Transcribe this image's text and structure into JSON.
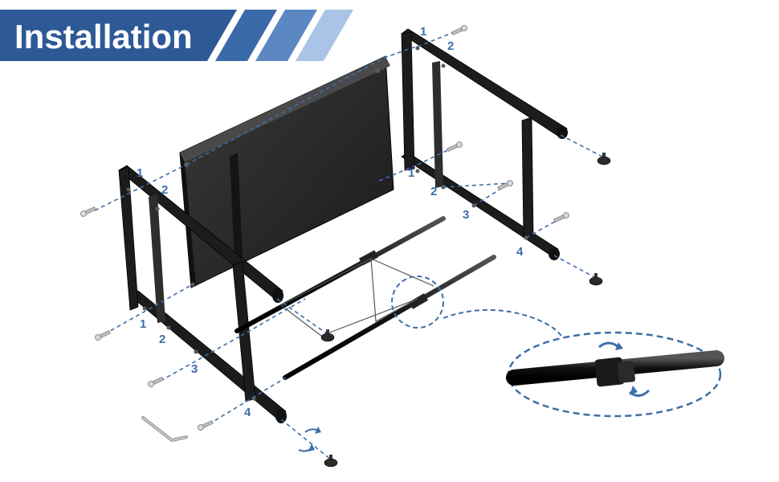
{
  "header": {
    "title": "Installation",
    "colors": {
      "banner": "#2d5a96",
      "stripe1": "#3a6aa8",
      "stripe2": "#5b88c3",
      "stripe3": "#a9c4e6"
    }
  },
  "step_labels": [
    "1",
    "2",
    "3",
    "4"
  ],
  "colors": {
    "guide": "#3d6fa8",
    "frame": "#1c1c1c",
    "panel": "#262626"
  },
  "icons": [
    "screw-icon",
    "foot-cap-icon",
    "allen-key-icon",
    "rotate-arrow-icon",
    "magnifier-callout-icon"
  ]
}
